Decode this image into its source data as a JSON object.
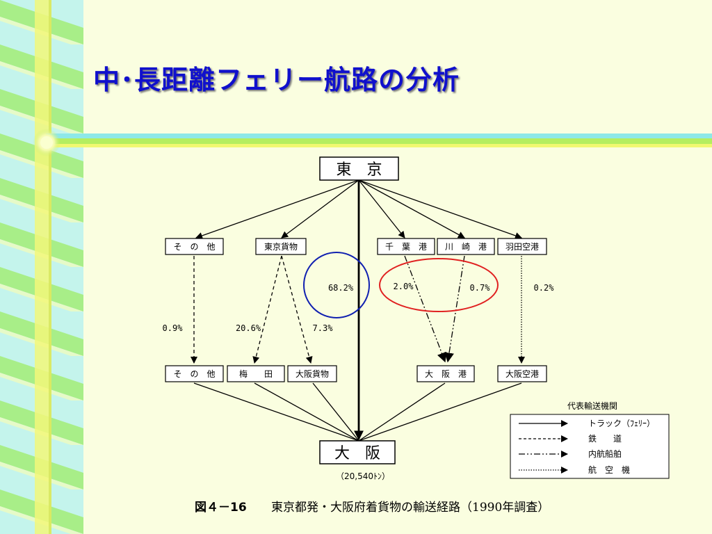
{
  "title": "中･長距離フェリー航路の分析",
  "origin": "東　京",
  "destination": "大　阪",
  "destination_total": "（20,540ﾄﾝ）",
  "nodes": {
    "mid_other": "そ　の　他",
    "mid_tokyo_freight": "東京貨物",
    "mid_chiba": "千　葉　港",
    "mid_kawasaki": "川　崎　港",
    "mid_haneda": "羽田空港",
    "low_other": "そ　の　他",
    "low_umeda": "梅　　田",
    "low_osaka_freight": "大阪貨物",
    "low_osaka_port": "大　阪　港",
    "low_osaka_airport": "大阪空港"
  },
  "percentages": {
    "direct": "68.2%",
    "other": "0.9%",
    "umeda": "20.6%",
    "osaka_freight": "7.3%",
    "chiba": "2.0%",
    "kawasaki": "0.7%",
    "haneda": "0.2%"
  },
  "legend": {
    "title": "代表輸送機関",
    "items": [
      {
        "style": "solid",
        "label": "トラック（ﾌｪﾘｰ）"
      },
      {
        "style": "dashed",
        "label": "鉄　　道"
      },
      {
        "style": "dashdot",
        "label": "内航船舶"
      },
      {
        "style": "dotted",
        "label": "航　空　機"
      }
    ]
  },
  "caption": {
    "figure_number": "図４－16",
    "text": "東京都発・大阪府着貨物の輸送経路（1990年調査）"
  },
  "colors": {
    "title": "#1010cc",
    "blue_circle": "#1020b0",
    "red_ellipse": "#e02020",
    "ribbon_green": "#b8f070",
    "ribbon_cyan": "#8ee8e0",
    "ribbon_yellow": "#f4f870"
  }
}
